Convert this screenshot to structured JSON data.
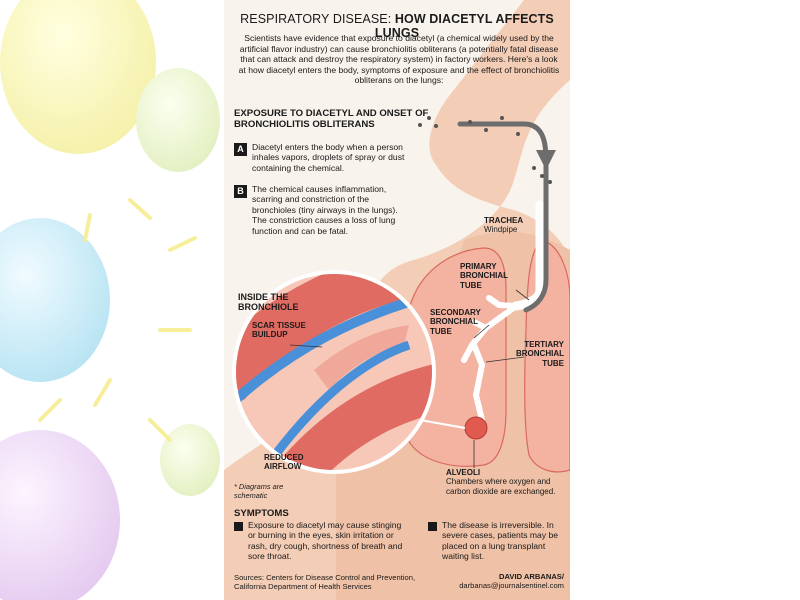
{
  "title": {
    "part1": "RESPIRATORY DISEASE: ",
    "part2": "HOW DIACETYL AFFECTS LUNGS"
  },
  "intro": "Scientists have evidence that exposure to diacetyl (a chemical widely used by the artificial flavor industry) can cause bronchiolitis obliterans (a potentially fatal disease that can attack and destroy the respiratory system) in factory workers. Here's a look at how diacetyl enters the body, symptoms of exposure and the effect of bronchiolitis obliterans on the lungs:",
  "exposure_heading": "EXPOSURE TO DIACETYL AND ONSET OF BRONCHIOLITIS OBLITERANS",
  "steps": [
    {
      "letter": "A",
      "text": "Diacetyl enters the body when a person inhales vapors, droplets of spray or dust containing the chemical."
    },
    {
      "letter": "B",
      "text": "The chemical causes inflammation, scarring and constriction of the bronchioles (tiny airways in the lungs). The constriction causes a loss of lung function and can be fatal."
    }
  ],
  "labels": {
    "trachea": "TRACHEA",
    "trachea_sub": "Windpipe",
    "primary": "PRIMARY BRONCHIAL TUBE",
    "secondary": "SECONDARY BRONCHIAL TUBE",
    "tertiary": "TERTIARY BRONCHIAL TUBE",
    "alveoli": "ALVEOLI",
    "alveoli_sub": "Chambers where oxygen and carbon dioxide are exchanged.",
    "inside": "INSIDE THE BRONCHIOLE",
    "scar": "SCAR TISSUE BUILDUP",
    "reduced": "REDUCED AIRFLOW",
    "schematic": "* Diagrams are schematic"
  },
  "symptoms_heading": "SYMPTOMS",
  "symptoms": [
    "Exposure to diacetyl may cause stinging or burning in the eyes, skin irritation or rash, dry cough, shortness of breath and sore throat.",
    "The disease is irreversible. In severe cases, patients may be placed on a lung transplant waiting list."
  ],
  "sources": "Sources: Centers for Disease Control and Prevention, California Department of Health Services",
  "credit": "DAVID ARBANAS/",
  "credit_email": "darbanas@journalsentinel.com",
  "colors": {
    "skin": "#f0c2a8",
    "lung": "#f2a999",
    "lung_outline": "#d96a5f",
    "airway": "#ffffff",
    "arrow_gray": "#6d6d6d",
    "blue": "#4a90d9",
    "tissue": "#d5665e",
    "panel_bg": "#f8f3ec"
  }
}
